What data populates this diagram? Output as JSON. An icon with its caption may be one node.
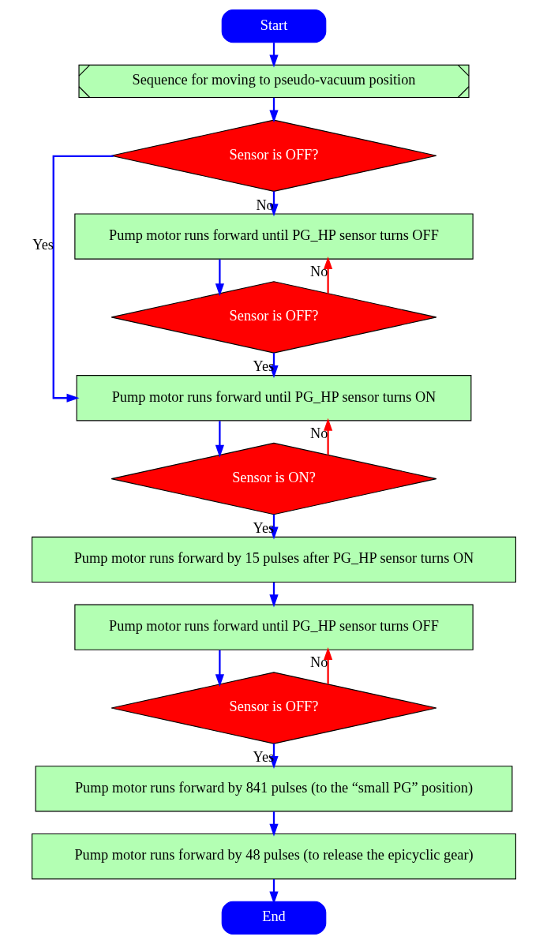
{
  "diagram": {
    "nodes": [
      {
        "text": [
          "Start"
        ]
      },
      {
        "text": [
          "Sequence for moving to pseudo-vacuum position"
        ]
      },
      {
        "text": [
          "Sensor is OFF?"
        ]
      },
      {
        "text": [
          "Pump motor runs forward until PG_HP sensor turns OFF"
        ]
      },
      {
        "text": [
          "Sensor is OFF?"
        ]
      },
      {
        "text": [
          "Pump motor runs forward until PG_HP sensor turns ON"
        ]
      },
      {
        "text": [
          "Sensor is ON?"
        ]
      },
      {
        "text": [
          "Pump motor runs forward by 15 pulses after PG_HP sensor turns ON"
        ]
      },
      {
        "text": [
          "Pump motor runs forward until PG_HP sensor turns OFF"
        ]
      },
      {
        "text": [
          "Sensor is OFF?"
        ]
      },
      {
        "text": [
          "Pump motor runs forward by 841 pulses (to the “small PG” position)"
        ]
      },
      {
        "text": [
          "Pump motor runs forward by 48 pulses (to release the epicyclic gear)"
        ]
      },
      {
        "text": [
          "End"
        ]
      }
    ],
    "edges": [
      {
        "from": 0,
        "to": 1,
        "arrow": "to"
      },
      {
        "from": 1,
        "to": 2,
        "arrow": "to"
      },
      {
        "from": 2,
        "to": 3,
        "arrow": "to",
        "label": "No"
      },
      {
        "from": 3,
        "to": 4,
        "arrow": "to"
      },
      {
        "from": 4,
        "to": 3,
        "arrow": "to",
        "label": "No",
        "color": "#ff0000"
      },
      {
        "from": 4,
        "to": 5,
        "arrow": "to",
        "label": "Yes"
      },
      {
        "from": 2,
        "to": 5,
        "arrow": "to",
        "label": "Yes"
      },
      {
        "from": 5,
        "to": 6,
        "arrow": "to"
      },
      {
        "from": 6,
        "to": 5,
        "arrow": "to",
        "label": "No",
        "color": "#ff0000"
      },
      {
        "from": 6,
        "to": 7,
        "arrow": "to",
        "label": "Yes"
      },
      {
        "from": 7,
        "to": 8,
        "arrow": "to"
      },
      {
        "from": 8,
        "to": 9,
        "arrow": "to"
      },
      {
        "from": 9,
        "to": 8,
        "arrow": "to",
        "label": "No",
        "color": "#ff0000"
      },
      {
        "from": 9,
        "to": 10,
        "arrow": "to",
        "label": "Yes"
      },
      {
        "from": 10,
        "to": 11,
        "arrow": "to"
      },
      {
        "from": 11,
        "to": 12,
        "arrow": "to"
      }
    ]
  }
}
